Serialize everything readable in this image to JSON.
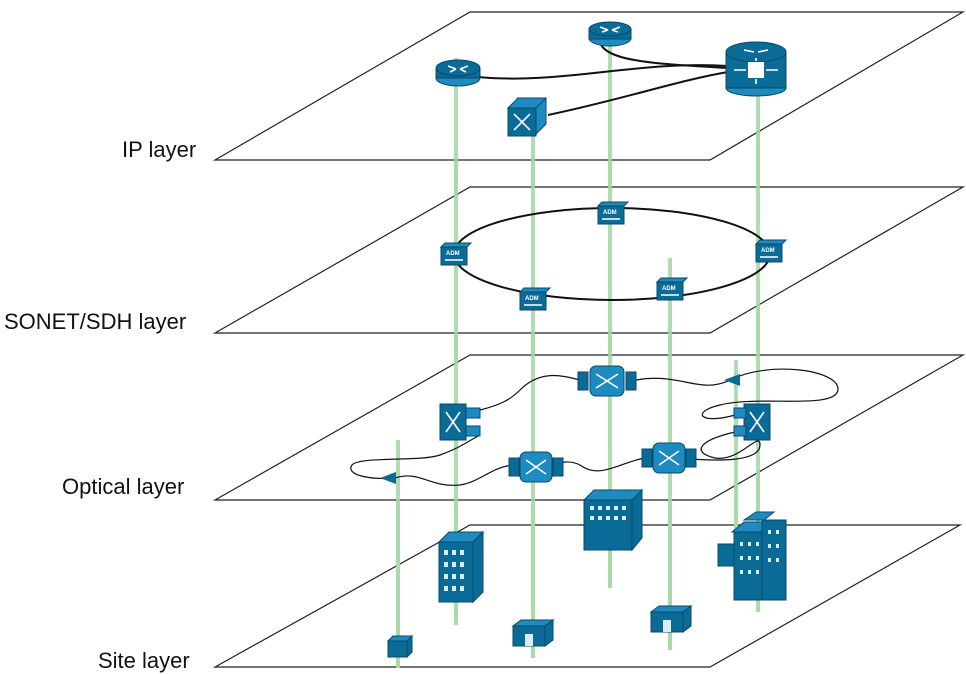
{
  "layers": {
    "ip": "IP layer",
    "sonet": "SONET/SDH layer",
    "optical": "Optical layer",
    "site": "Site layer"
  },
  "adm_label": "ADM",
  "colors": {
    "device": "#0a6b96",
    "vertical_link": "#a8dba8",
    "plane_edge": "#222222"
  }
}
